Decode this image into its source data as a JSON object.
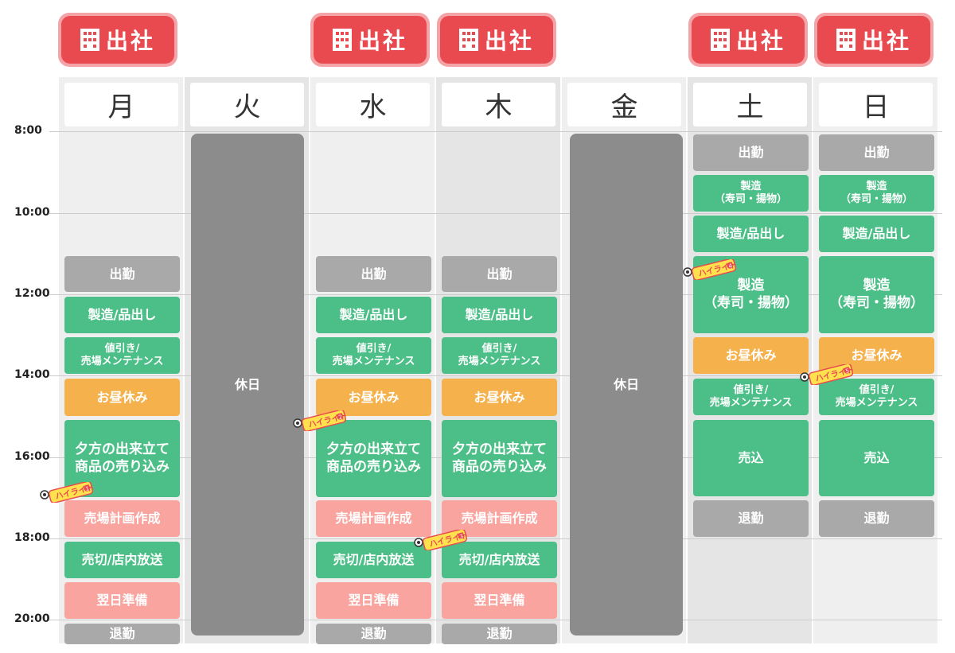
{
  "office_label": "出社",
  "days": [
    "月",
    "火",
    "水",
    "木",
    "金",
    "土",
    "日"
  ],
  "times": [
    "8:00",
    "10:00",
    "12:00",
    "14:00",
    "16:00",
    "18:00",
    "20:00"
  ],
  "holiday_label": "休日",
  "highlight_label": "ハイライト",
  "highlights": [
    "1",
    "2",
    "3",
    "4",
    "5"
  ],
  "weekday_tasks": {
    "clock_in": "出勤",
    "production": "製造/品出し",
    "discount_1": "値引き/",
    "discount_2": "売場メンテナンス",
    "lunch": "お昼休み",
    "evening_1": "夕方の出来立て",
    "evening_2": "商品の売り込み",
    "plan": "売場計画作成",
    "sellout": "売切/店内放送",
    "prep": "翌日準備",
    "clock_out": "退勤"
  },
  "weekend_tasks": {
    "clock_in": "出勤",
    "mfg_a": "製造",
    "mfg_b": "（寿司・揚物）",
    "production": "製造/品出し",
    "mfg2_a": "製造",
    "mfg2_b": "（寿司・揚物）",
    "lunch": "お昼休み",
    "discount_1": "値引き/",
    "discount_2": "売場メンテナンス",
    "sales": "売込",
    "clock_out": "退勤"
  },
  "colors": {
    "green": "#4bbf87",
    "gray": "#a9a9a9",
    "orange": "#f5b14c",
    "pink": "#f9a49f",
    "red": "#e84a4f",
    "holiday": "#8c8c8c"
  }
}
